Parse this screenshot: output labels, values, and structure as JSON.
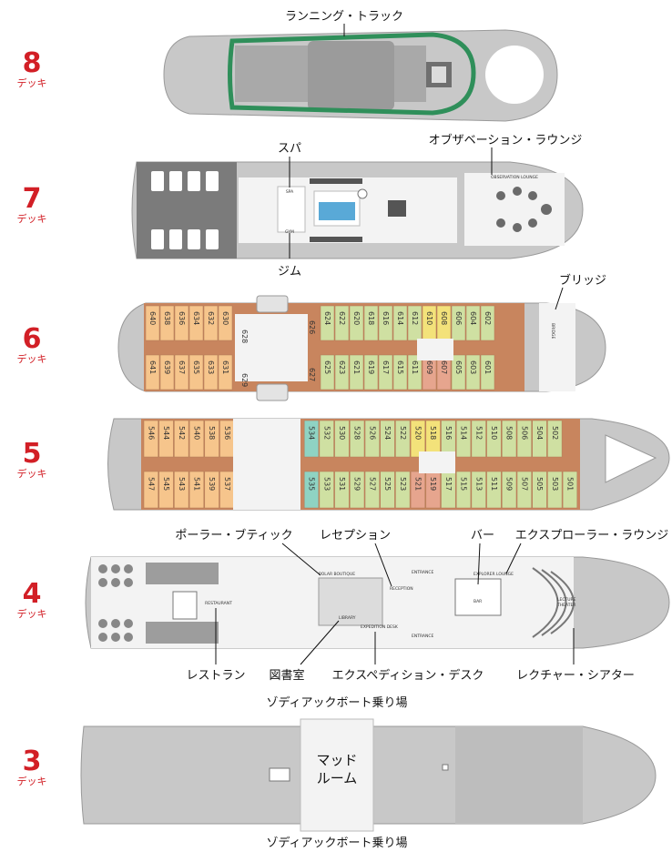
{
  "decks": [
    {
      "num": "8",
      "word": "デッキ"
    },
    {
      "num": "7",
      "word": "デッキ"
    },
    {
      "num": "6",
      "word": "デッキ"
    },
    {
      "num": "5",
      "word": "デッキ"
    },
    {
      "num": "4",
      "word": "デッキ"
    },
    {
      "num": "3",
      "word": "デッキ"
    }
  ],
  "callouts": {
    "running_track": "ランニング・トラック",
    "spa": "スパ",
    "observation_lounge": "オブザベーション・ラウンジ",
    "gym": "ジム",
    "bridge": "ブリッジ",
    "polar_boutique": "ポーラー・ブティック",
    "reception": "レセプション",
    "bar": "バー",
    "explorer_lounge": "エクスプローラー・ラウンジ",
    "restaurant": "レストラン",
    "library": "図書室",
    "expedition_desk": "エクスペディション・デスク",
    "lecture_theater": "レクチャー・シアター",
    "zodiac_top": "ゾディアックボート乗り場",
    "zodiac_bottom": "ゾディアックボート乗り場",
    "mud_room_1": "マッド",
    "mud_room_2": "ルーム"
  },
  "plan_labels": {
    "observation_lounge": "OBSERVATION LOUNGE",
    "spa": "SPA",
    "gym": "GYM",
    "bridge": "BRIDGE",
    "restaurant": "RESTAURANT",
    "polar_boutique": "POLAR BOUTIQUE",
    "reception": "RECEPTION",
    "library": "LIBRARY",
    "expedition_desk": "EXPEDITION DESK",
    "entrance_1": "ENTRANCE",
    "entrance_2": "ENTRANCE",
    "explorer_lounge": "EXPLORER LOUNGE",
    "bar": "BAR",
    "lecture_theater_1": "LECTURE",
    "lecture_theater_2": "THEATER"
  },
  "deck6": {
    "top": [
      {
        "no": "640",
        "c": "#f6c58c"
      },
      {
        "no": "638",
        "c": "#f6c58c"
      },
      {
        "no": "636",
        "c": "#f6c58c"
      },
      {
        "no": "634",
        "c": "#f6c58c"
      },
      {
        "no": "632",
        "c": "#f6c58c"
      },
      {
        "no": "630",
        "c": "#f6c58c"
      },
      {
        "no": "624",
        "c": "#cfe0a2"
      },
      {
        "no": "622",
        "c": "#cfe0a2"
      },
      {
        "no": "620",
        "c": "#cfe0a2"
      },
      {
        "no": "618",
        "c": "#cfe0a2"
      },
      {
        "no": "616",
        "c": "#cfe0a2"
      },
      {
        "no": "614",
        "c": "#cfe0a2"
      },
      {
        "no": "612",
        "c": "#cfe0a2"
      },
      {
        "no": "610",
        "c": "#f3e27a"
      },
      {
        "no": "608",
        "c": "#f3e27a"
      },
      {
        "no": "606",
        "c": "#cfe0a2"
      },
      {
        "no": "604",
        "c": "#cfe0a2"
      },
      {
        "no": "602",
        "c": "#cfe0a2"
      }
    ],
    "bottom": [
      {
        "no": "641",
        "c": "#f6c58c"
      },
      {
        "no": "639",
        "c": "#f6c58c"
      },
      {
        "no": "637",
        "c": "#f6c58c"
      },
      {
        "no": "635",
        "c": "#f6c58c"
      },
      {
        "no": "633",
        "c": "#f6c58c"
      },
      {
        "no": "631",
        "c": "#f6c58c"
      },
      {
        "no": "625",
        "c": "#cfe0a2"
      },
      {
        "no": "623",
        "c": "#cfe0a2"
      },
      {
        "no": "621",
        "c": "#cfe0a2"
      },
      {
        "no": "619",
        "c": "#cfe0a2"
      },
      {
        "no": "617",
        "c": "#cfe0a2"
      },
      {
        "no": "615",
        "c": "#cfe0a2"
      },
      {
        "no": "611",
        "c": "#cfe0a2"
      },
      {
        "no": "609",
        "c": "#e6a58e"
      },
      {
        "no": "607",
        "c": "#e6a58e"
      },
      {
        "no": "605",
        "c": "#cfe0a2"
      },
      {
        "no": "603",
        "c": "#cfe0a2"
      },
      {
        "no": "601",
        "c": "#cfe0a2"
      }
    ],
    "stair_top": "628",
    "stair_top_r": "626",
    "stair_bot": "629",
    "stair_bot_r": "627"
  },
  "deck5": {
    "top": [
      {
        "no": "546",
        "c": "#f6c58c"
      },
      {
        "no": "544",
        "c": "#f6c58c"
      },
      {
        "no": "542",
        "c": "#f6c58c"
      },
      {
        "no": "540",
        "c": "#f6c58c"
      },
      {
        "no": "538",
        "c": "#f6c58c"
      },
      {
        "no": "536",
        "c": "#f6c58c"
      },
      {
        "no": "534",
        "c": "#8fd3c3"
      },
      {
        "no": "532",
        "c": "#cfe0a2"
      },
      {
        "no": "530",
        "c": "#cfe0a2"
      },
      {
        "no": "528",
        "c": "#cfe0a2"
      },
      {
        "no": "526",
        "c": "#cfe0a2"
      },
      {
        "no": "524",
        "c": "#cfe0a2"
      },
      {
        "no": "522",
        "c": "#cfe0a2"
      },
      {
        "no": "520",
        "c": "#f3e27a"
      },
      {
        "no": "518",
        "c": "#f3e27a"
      },
      {
        "no": "516",
        "c": "#cfe0a2"
      },
      {
        "no": "514",
        "c": "#cfe0a2"
      },
      {
        "no": "512",
        "c": "#cfe0a2"
      },
      {
        "no": "510",
        "c": "#cfe0a2"
      },
      {
        "no": "508",
        "c": "#cfe0a2"
      },
      {
        "no": "506",
        "c": "#cfe0a2"
      },
      {
        "no": "504",
        "c": "#cfe0a2"
      },
      {
        "no": "502",
        "c": "#cfe0a2"
      }
    ],
    "bottom": [
      {
        "no": "547",
        "c": "#f6c58c"
      },
      {
        "no": "545",
        "c": "#f6c58c"
      },
      {
        "no": "543",
        "c": "#f6c58c"
      },
      {
        "no": "541",
        "c": "#f6c58c"
      },
      {
        "no": "539",
        "c": "#f6c58c"
      },
      {
        "no": "537",
        "c": "#f6c58c"
      },
      {
        "no": "535",
        "c": "#8fd3c3"
      },
      {
        "no": "533",
        "c": "#cfe0a2"
      },
      {
        "no": "531",
        "c": "#cfe0a2"
      },
      {
        "no": "529",
        "c": "#cfe0a2"
      },
      {
        "no": "527",
        "c": "#cfe0a2"
      },
      {
        "no": "525",
        "c": "#cfe0a2"
      },
      {
        "no": "523",
        "c": "#cfe0a2"
      },
      {
        "no": "521",
        "c": "#e6a58e"
      },
      {
        "no": "519",
        "c": "#e6a58e"
      },
      {
        "no": "517",
        "c": "#cfe0a2"
      },
      {
        "no": "515",
        "c": "#cfe0a2"
      },
      {
        "no": "513",
        "c": "#cfe0a2"
      },
      {
        "no": "511",
        "c": "#cfe0a2"
      },
      {
        "no": "509",
        "c": "#cfe0a2"
      },
      {
        "no": "507",
        "c": "#cfe0a2"
      },
      {
        "no": "505",
        "c": "#cfe0a2"
      },
      {
        "no": "503",
        "c": "#cfe0a2"
      },
      {
        "no": "501",
        "c": "#cfe0a2"
      }
    ]
  },
  "colors": {
    "deck_red": "#d21f26",
    "hull_gray": "#c8c8c8",
    "dark_gray": "#8a8a8a",
    "track_green": "#2f8f5a",
    "light_floor": "#f3f3f3",
    "strip_brown": "#c8855e"
  }
}
